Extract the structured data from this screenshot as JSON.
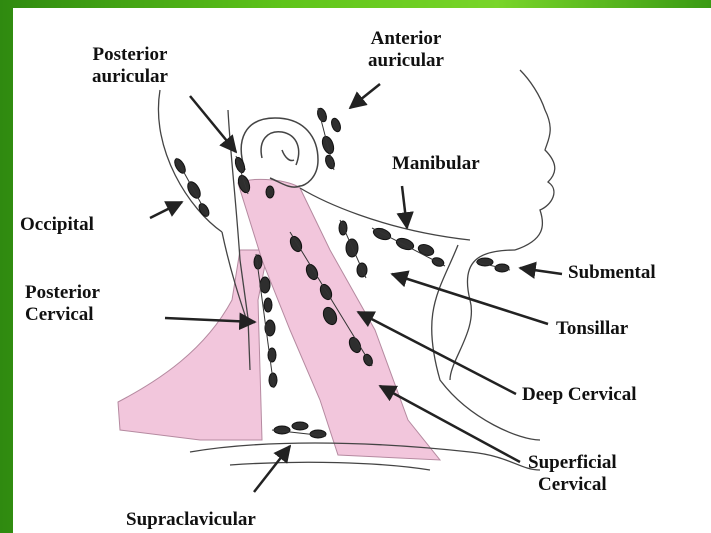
{
  "labels": {
    "posterior_auricular": [
      "Posterior",
      "auricular"
    ],
    "anterior_auricular": [
      "Anterior",
      "auricular"
    ],
    "manibular": "Manibular",
    "occipital": "Occipital",
    "submental": "Submental",
    "posterior_cervical": [
      "Posterior",
      "Cervical"
    ],
    "tonsillar": "Tonsillar",
    "deep_cervical": "Deep Cervical",
    "superficial_cervical": [
      "Superficial",
      "Cervical"
    ],
    "supraclavicular": "Supraclavicular"
  },
  "colors": {
    "frame_green": "#5fc41a",
    "muscle_pink": "#f2c6dc",
    "node_dark": "#2e2e2e",
    "line": "#222222"
  }
}
